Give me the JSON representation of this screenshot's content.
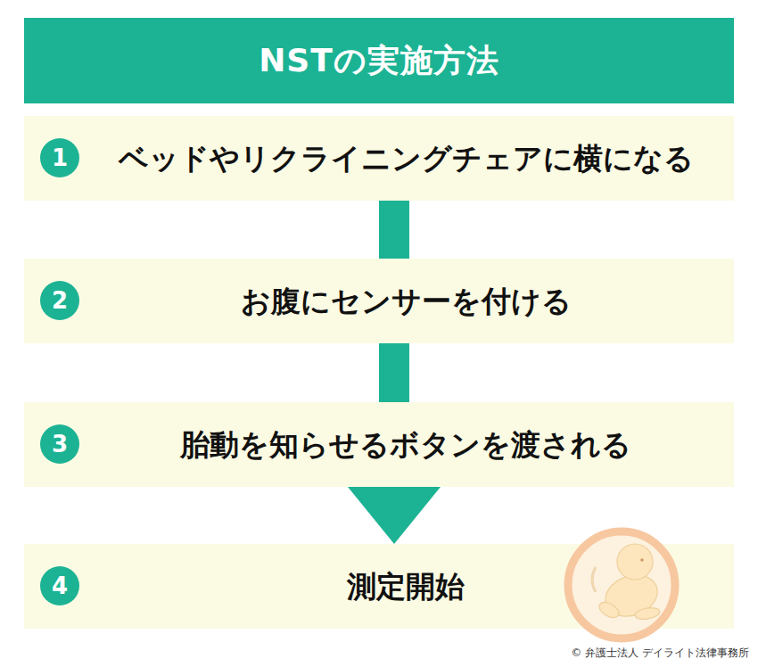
{
  "diagram": {
    "title": "NSTの実施方法",
    "nodes": [
      {
        "text": [
          "ベッドやリクライニングチェアに横になる"
        ]
      },
      {
        "text": [
          "1"
        ],
        "in": 0
      },
      {
        "text": [
          "お腹にセンサーを付ける"
        ]
      },
      {
        "text": [
          "2"
        ],
        "in": 2
      },
      {
        "text": [
          "胎動を知らせるボタンを渡される"
        ]
      },
      {
        "text": [
          "3"
        ],
        "in": 4
      },
      {
        "text": [
          "測定開始"
        ]
      },
      {
        "text": [
          "4"
        ],
        "in": 6
      }
    ],
    "edges": [
      {
        "from": 0,
        "to": 2,
        "arrow": "none"
      },
      {
        "from": 2,
        "to": 4,
        "arrow": "none"
      },
      {
        "from": 4,
        "to": 6,
        "arrow": "to"
      }
    ],
    "labels": [
      "© 弁護士法人 デイライト法律事務所"
    ]
  }
}
